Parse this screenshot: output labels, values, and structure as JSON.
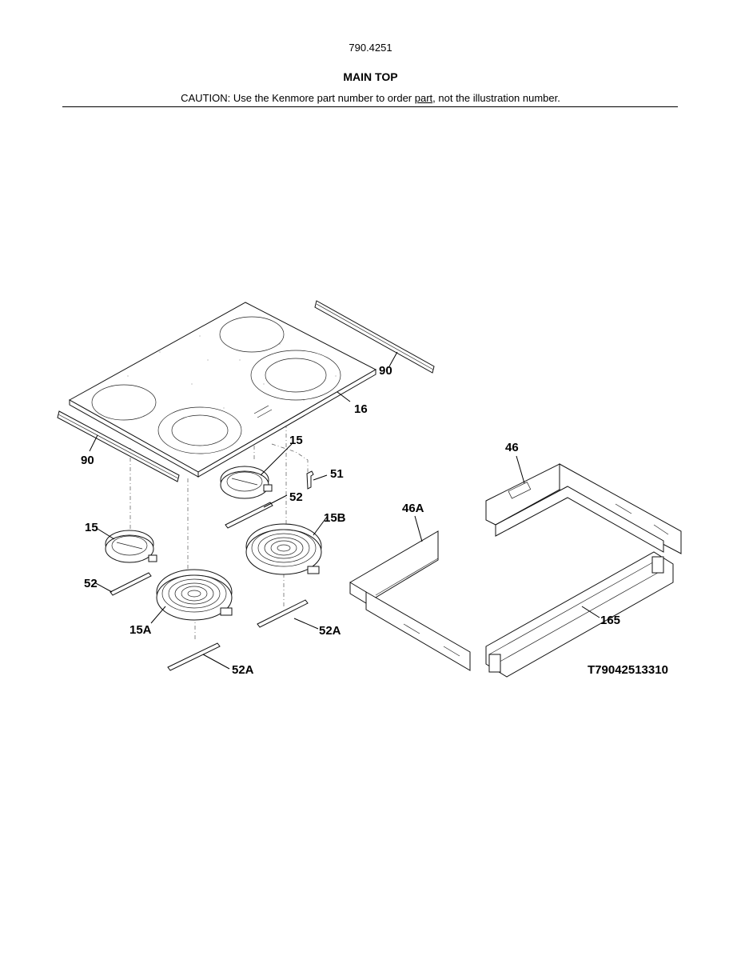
{
  "header": {
    "model_number": "790.4251",
    "section_title": "MAIN TOP",
    "caution_prefix": "CAUTION: Use the Kenmore part number to order ",
    "caution_link": "part",
    "caution_suffix": ", not the illustration number."
  },
  "callouts": {
    "c90_top": "90",
    "c16": "16",
    "c90_left": "90",
    "c15_top": "15",
    "c51": "51",
    "c52_top": "52",
    "c15_left": "15",
    "c15b": "15B",
    "c52_left": "52",
    "c15a": "15A",
    "c52a_right": "52A",
    "c52a_bottom": "52A",
    "c46": "46",
    "c46a": "46A",
    "c165": "165"
  },
  "diagram_id": "T79042513310"
}
